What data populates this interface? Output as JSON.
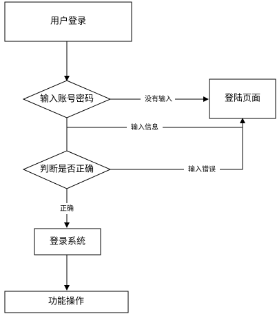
{
  "nodes": {
    "user_login": "用户登录",
    "input_credentials": "输入账号密码",
    "login_page": "登陆页面",
    "check_correct": "判断是否正确",
    "login_system": "登录系统",
    "functions": "功能操作"
  },
  "edges": {
    "no_input": "没有输入",
    "input_info": "输入信息",
    "input_error": "输入错误",
    "correct": "正确"
  }
}
